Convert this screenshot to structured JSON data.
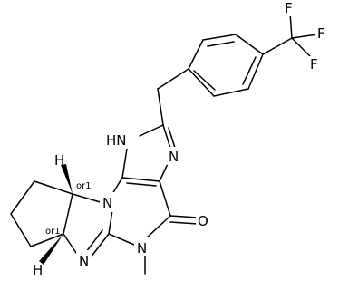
{
  "atoms": {
    "f_top": "F",
    "f_right": "F",
    "f_mid": "F",
    "nh": "HN",
    "n_imidazole": "N",
    "o_carbonyl": "O",
    "n_ring": "N",
    "n_imine": "N",
    "n_methyl": "N",
    "h_top": "H",
    "h_bottom": "H"
  },
  "stereo": {
    "top": "or1",
    "bottom": "or1"
  },
  "colors": {
    "ink": "#000000",
    "background": "#ffffff"
  }
}
